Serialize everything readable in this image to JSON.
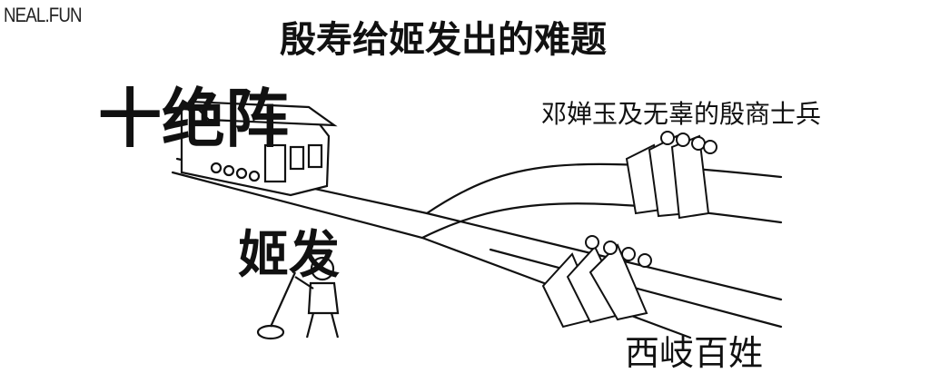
{
  "watermark": "NEAL.FUN",
  "title": "殷寿给姬发出的难题",
  "labels": {
    "trolley": "十绝阵",
    "upper_track_people": "邓婵玉及无辜的殷商士兵",
    "lever_puller": "姬发",
    "lower_track_people": "西岐百姓"
  }
}
